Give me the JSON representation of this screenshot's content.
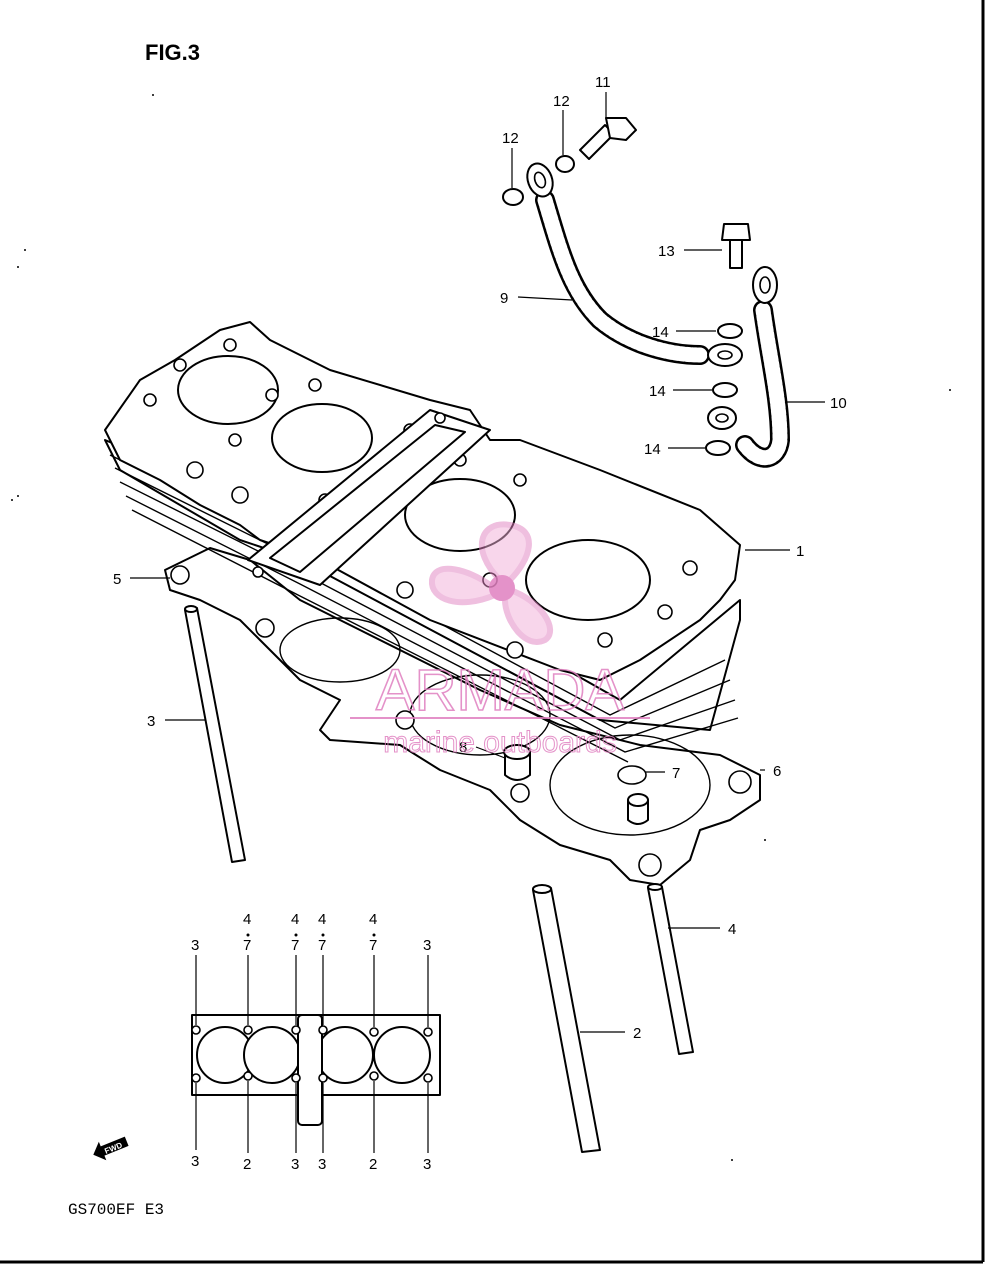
{
  "figure": {
    "title": "FIG.3",
    "model_code": "GS700EF  E3",
    "fwd_label": "FWD"
  },
  "callouts": [
    {
      "id": "callout-1",
      "text": "1"
    },
    {
      "id": "callout-2",
      "text": "2"
    },
    {
      "id": "callout-3",
      "text": "3"
    },
    {
      "id": "callout-4",
      "text": "4"
    },
    {
      "id": "callout-5",
      "text": "5"
    },
    {
      "id": "callout-6",
      "text": "6"
    },
    {
      "id": "callout-7",
      "text": "7"
    },
    {
      "id": "callout-8",
      "text": "8"
    },
    {
      "id": "callout-9",
      "text": "9"
    },
    {
      "id": "callout-10",
      "text": "10"
    },
    {
      "id": "callout-11",
      "text": "11"
    },
    {
      "id": "callout-12a",
      "text": "12"
    },
    {
      "id": "callout-12b",
      "text": "12"
    },
    {
      "id": "callout-13",
      "text": "13"
    },
    {
      "id": "callout-14a",
      "text": "14"
    },
    {
      "id": "callout-14b",
      "text": "14"
    },
    {
      "id": "callout-14c",
      "text": "14"
    }
  ],
  "gasket_key": {
    "top": [
      "3",
      "4",
      "7",
      "4",
      "7",
      "4",
      "7",
      "4",
      "7",
      "3"
    ],
    "bottom": [
      "3",
      "2",
      "3",
      "3",
      "2",
      "3"
    ]
  },
  "watermark": {
    "brand": "ARMADA",
    "tagline": "marine outboards",
    "color": "#e080c0"
  }
}
